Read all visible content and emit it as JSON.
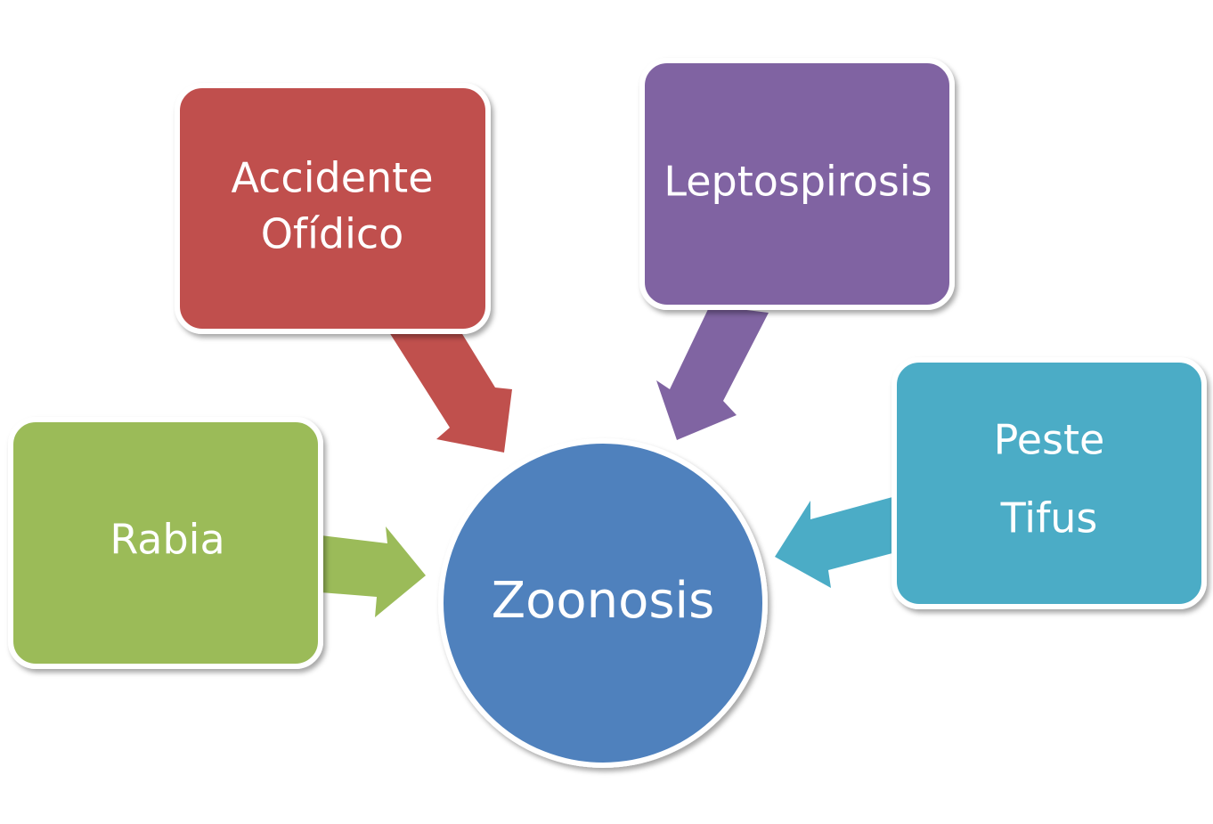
{
  "diagram": {
    "center": {
      "label": "Zoonosis",
      "color": "#4F81BD"
    },
    "nodes": [
      {
        "id": "accidente-ofidico",
        "lines": [
          "Accidente",
          "Ofídico"
        ],
        "color": "#C0504D"
      },
      {
        "id": "leptospirosis",
        "lines": [
          "Leptospirosis"
        ],
        "color": "#8064A2"
      },
      {
        "id": "rabia",
        "lines": [
          "Rabia"
        ],
        "color": "#9BBB59"
      },
      {
        "id": "peste-tifus",
        "lines": [
          "Peste",
          "Tifus"
        ],
        "color": "#4BACC6"
      }
    ]
  }
}
